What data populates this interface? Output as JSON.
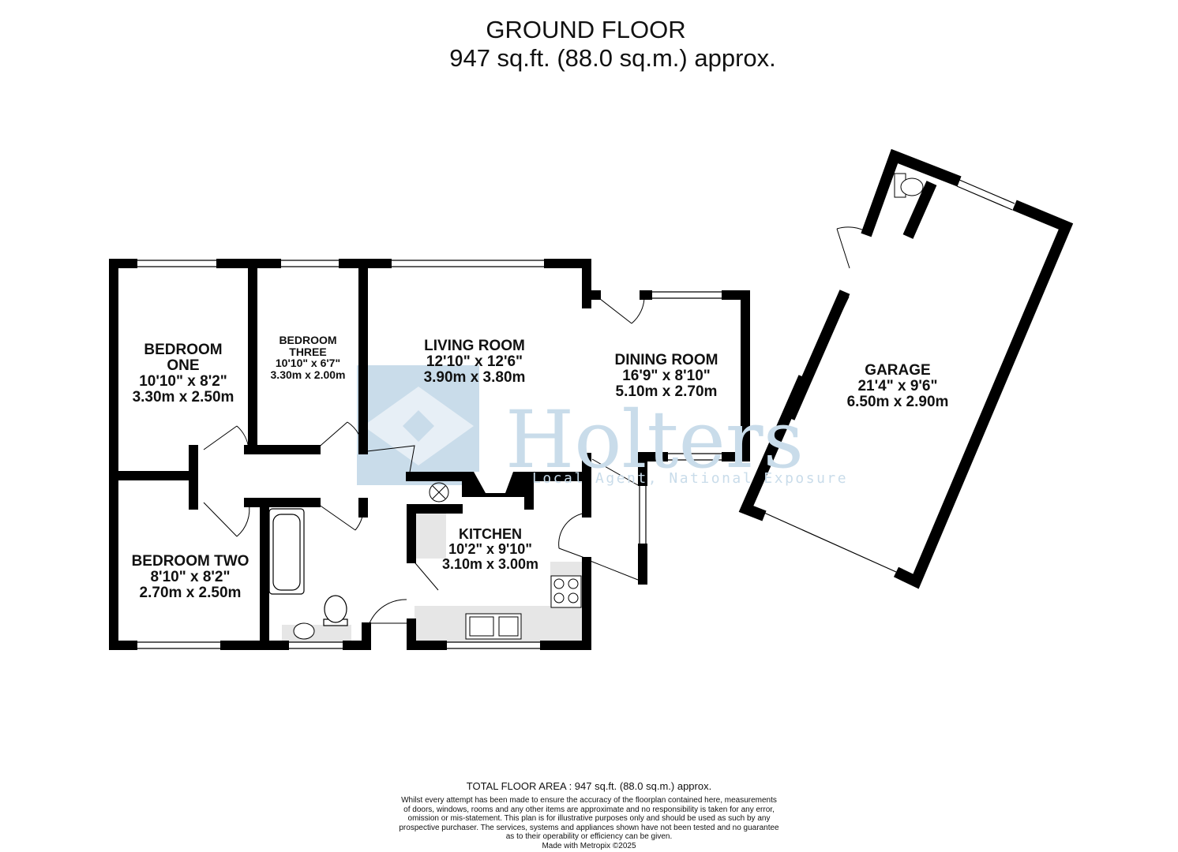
{
  "header": {
    "floor_name": "GROUND FLOOR",
    "floor_area": "947 sq.ft. (88.0 sq.m.) approx."
  },
  "watermark": {
    "brand": "Holters",
    "tagline": "Local Agent, National Exposure",
    "color": "#c9dcea"
  },
  "rooms": [
    {
      "name": "BEDROOM ONE",
      "name_lines": [
        "BEDROOM",
        "ONE"
      ],
      "imperial": "10'10\"  x 8'2\"",
      "metric": "3.30m  x 2.50m"
    },
    {
      "name": "BEDROOM THREE",
      "name_lines": [
        "BEDROOM",
        "THREE"
      ],
      "imperial": "10'10\"  x 6'7\"",
      "metric": "3.30m  x 2.00m"
    },
    {
      "name": "LIVING ROOM",
      "imperial": "12'10\"  x 12'6\"",
      "metric": "3.90m  x 3.80m"
    },
    {
      "name": "DINING ROOM",
      "imperial": "16'9\"  x 8'10\"",
      "metric": "5.10m  x 2.70m"
    },
    {
      "name": "GARAGE",
      "imperial": "21'4\"  x 9'6\"",
      "metric": "6.50m  x 2.90m"
    },
    {
      "name": "BEDROOM TWO",
      "imperial": "8'10\"  x 8'2\"",
      "metric": "2.70m  x 2.50m"
    },
    {
      "name": "KITCHEN",
      "imperial": "10'2\"  x 9'10\"",
      "metric": "3.10m  x 3.00m"
    }
  ],
  "footer": {
    "total": "TOTAL FLOOR AREA : 947 sq.ft. (88.0 sq.m.) approx.",
    "disclaimer_lines": [
      "Whilst every attempt has been made to ensure the accuracy of the floorplan contained here, measurements",
      "of doors, windows, rooms and any other items are approximate and no responsibility is taken for any error,",
      "omission or mis-statement. This plan is for illustrative purposes only and should be used as such by any",
      "prospective purchaser. The services, systems and appliances shown have not been tested and no guarantee",
      "as to their operability or efficiency can be given."
    ],
    "credit": "Made with Metropix ©2025"
  }
}
